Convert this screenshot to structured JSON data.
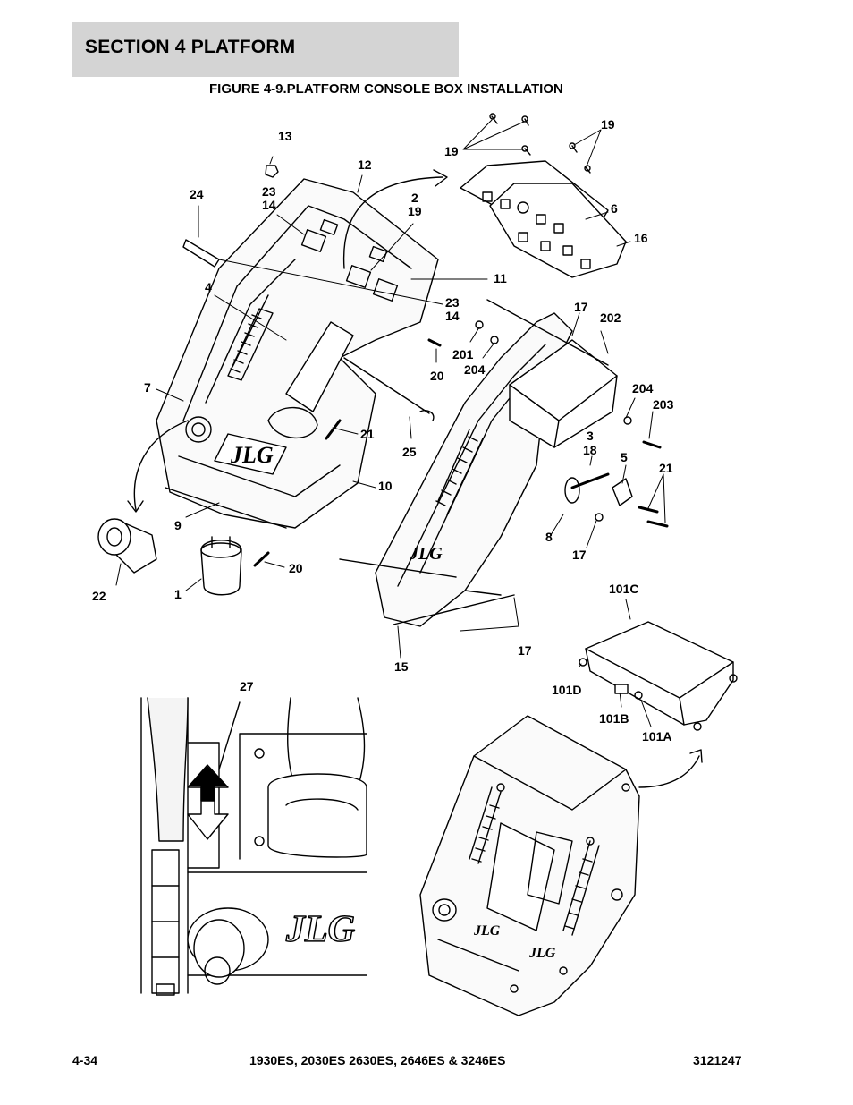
{
  "header": {
    "section_title": "SECTION 4   PLATFORM"
  },
  "figure": {
    "title": "FIGURE 4-9.PLATFORM CONSOLE BOX INSTALLATION"
  },
  "callouts": {
    "c13": "13",
    "c12": "12",
    "c19a": "19",
    "c19b": "19",
    "c24": "24",
    "c23a": "23",
    "c14a": "14",
    "c2": "2",
    "c19c": "19",
    "c6": "6",
    "c16": "16",
    "c4": "4",
    "c11": "11",
    "c23b": "23",
    "c14b": "14",
    "c17a": "17",
    "c202": "202",
    "c201": "201",
    "c204a": "204",
    "c20a": "20",
    "c7": "7",
    "c204b": "204",
    "c203": "203",
    "c3": "3",
    "c18": "18",
    "c5": "5",
    "c21a": "21",
    "c21b": "21",
    "c25": "25",
    "c10": "10",
    "c9": "9",
    "c8": "8",
    "c17b": "17",
    "c20b": "20",
    "c22": "22",
    "c1": "1",
    "c101C": "101C",
    "c17c": "17",
    "c15": "15",
    "c27": "27",
    "c101D": "101D",
    "c101B": "101B",
    "c101A": "101A"
  },
  "footer": {
    "page_number": "4-34",
    "models": "1930ES, 2030ES 2630ES, 2646ES & 3246ES",
    "doc_number": "3121247"
  }
}
